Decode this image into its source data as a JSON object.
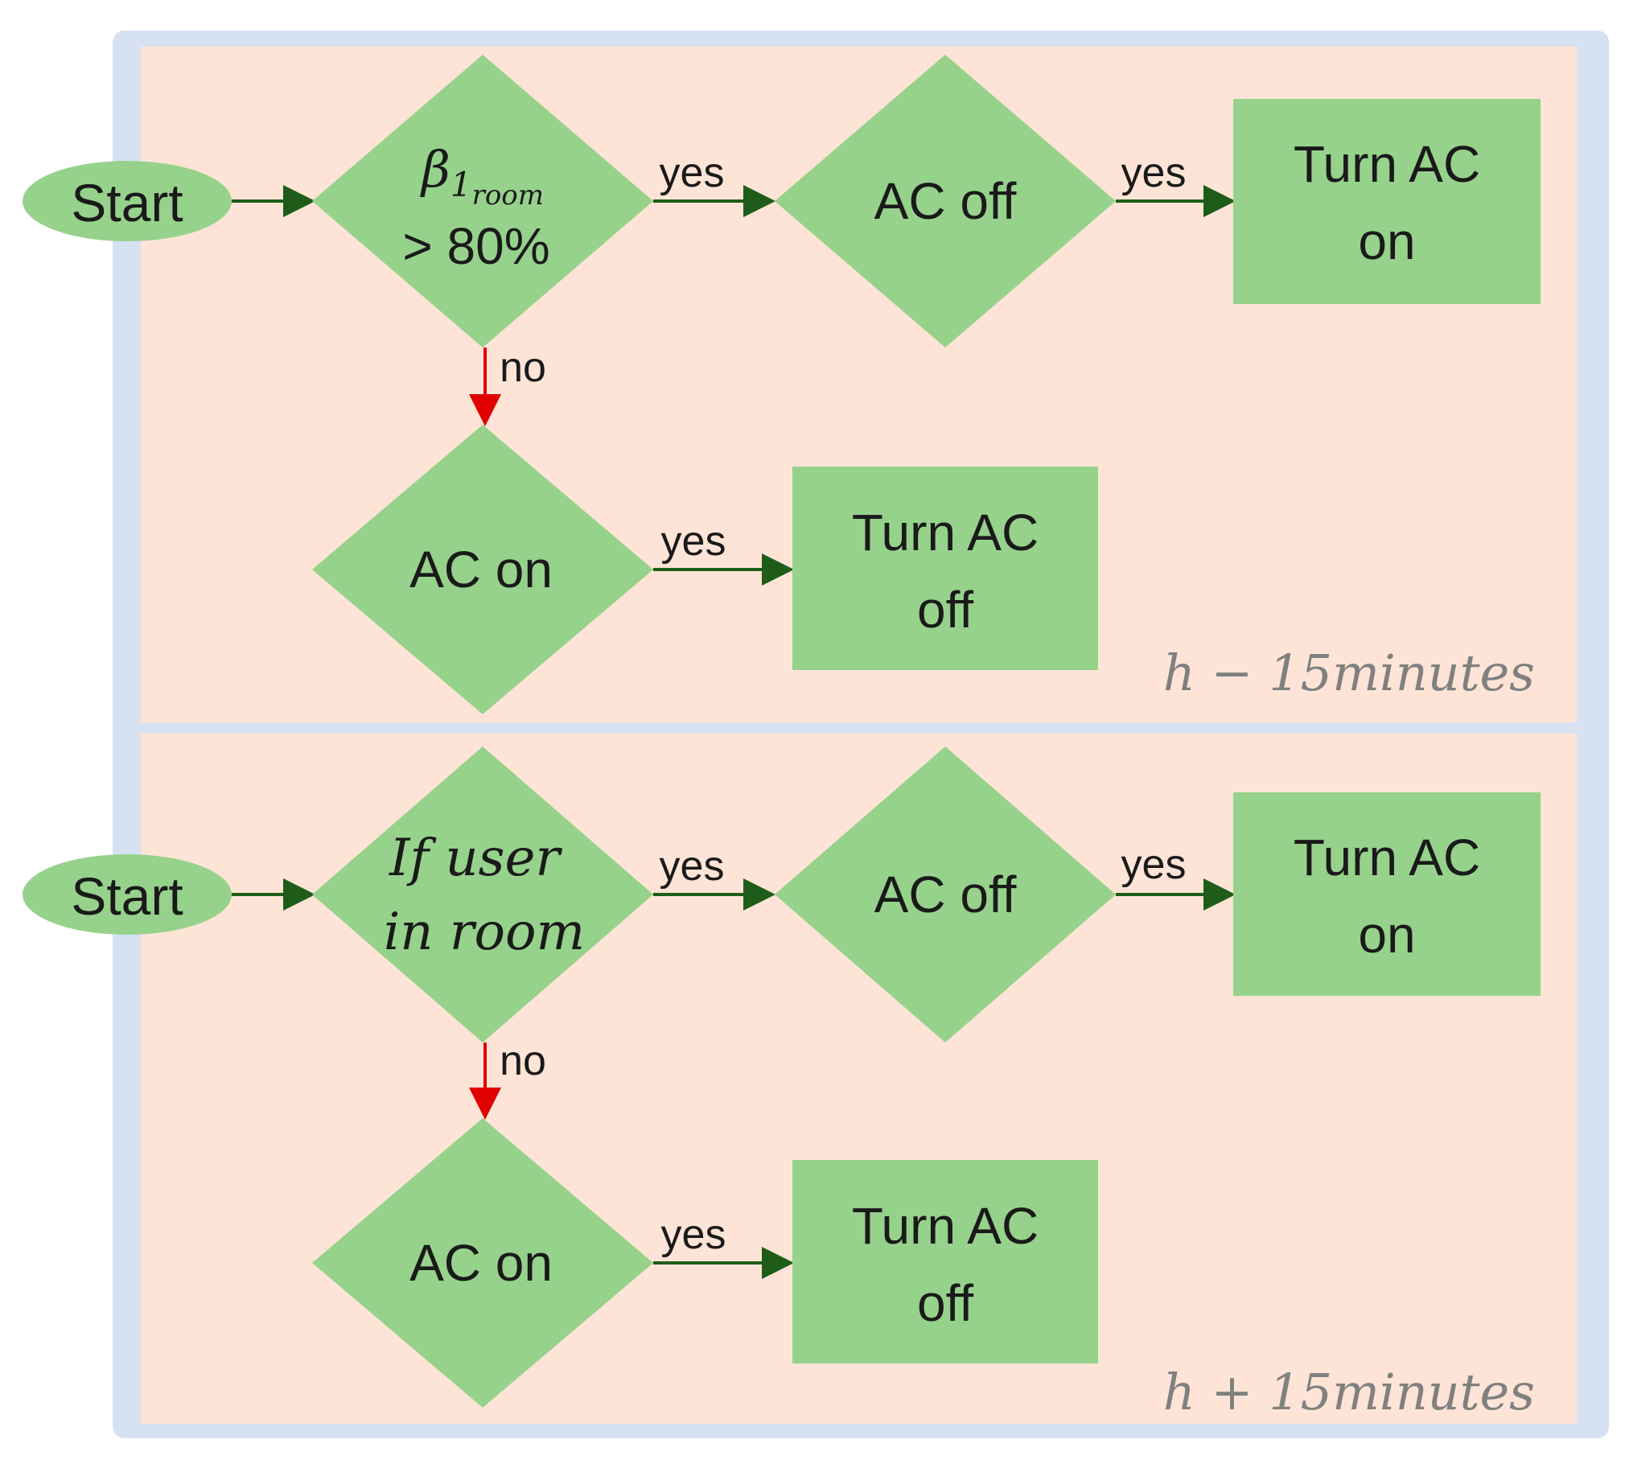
{
  "colors": {
    "frame": "#d6e2f2",
    "panel": "#fde4d6",
    "node": "#96d28b",
    "arrow_yes": "#1f5c1a",
    "arrow_no": "#e00000",
    "time_label": "#808080"
  },
  "panels": [
    {
      "start": "Start",
      "condition_math": {
        "base": "β",
        "sub": "1",
        "subsub": "room",
        "second": "> 80%"
      },
      "yes1": "yes",
      "check_off": "AC off",
      "yes2": "yes",
      "turn_on": [
        "Turn AC",
        "on"
      ],
      "no": "no",
      "check_on": "AC on",
      "yes3": "yes",
      "turn_off": [
        "Turn AC",
        "off"
      ],
      "time": "h − 15minutes"
    },
    {
      "start": "Start",
      "condition_lines": [
        "If user",
        "in room"
      ],
      "yes1": "yes",
      "check_off": "AC off",
      "yes2": "yes",
      "turn_on": [
        "Turn AC",
        "on"
      ],
      "no": "no",
      "check_on": "AC on",
      "yes3": "yes",
      "turn_off": [
        "Turn AC",
        "off"
      ],
      "time": "h + 15minutes"
    }
  ]
}
